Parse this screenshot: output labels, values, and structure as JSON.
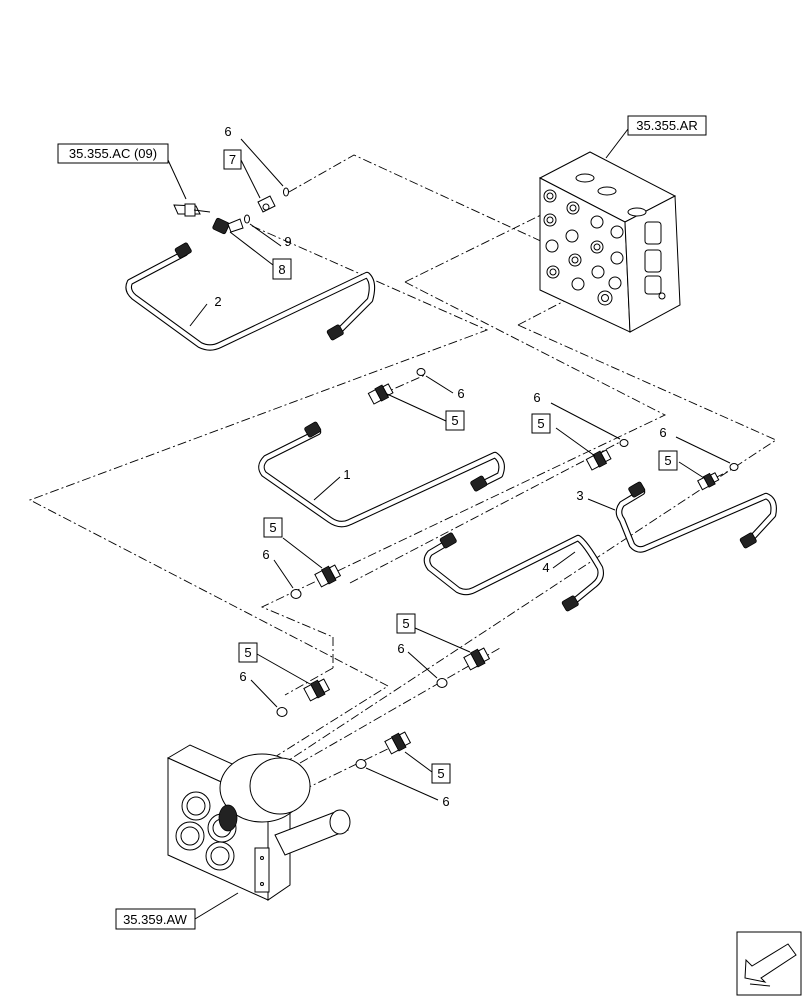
{
  "refs": {
    "valve_block": "35.355.AR",
    "sensor": "35.355.AC (09)",
    "joystick": "35.359.AW"
  },
  "callouts": {
    "c1": "1",
    "c2": "2",
    "c3": "3",
    "c4": "4",
    "c5": "5",
    "c6": "6",
    "c7": "7",
    "c8": "8",
    "c9": "9"
  },
  "nav": {
    "direction_icon": "arrow-left-down-icon"
  }
}
